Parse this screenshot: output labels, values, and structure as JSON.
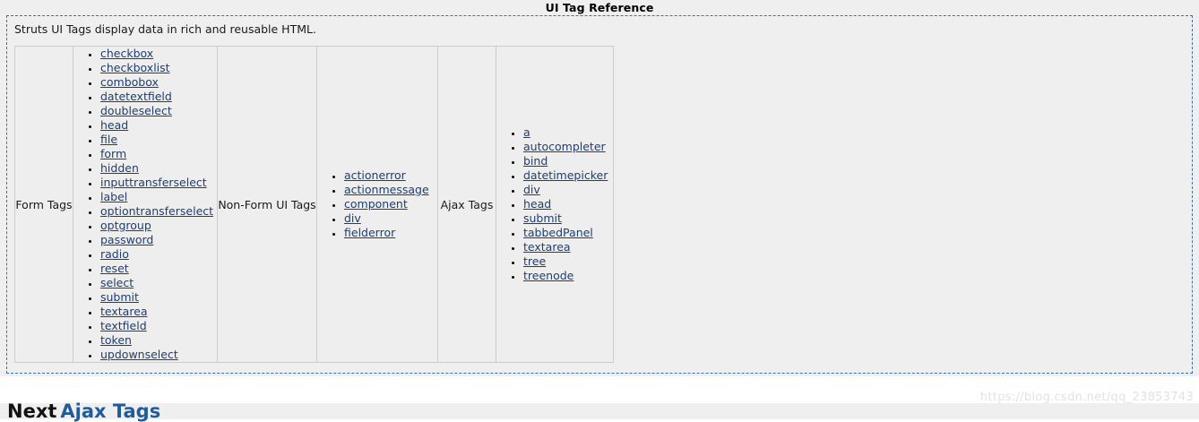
{
  "page": {
    "title": "UI Tag Reference",
    "intro": "Struts UI Tags display data in rich and reusable HTML.",
    "watermark": "https://blog.csdn.net/qq_23853743"
  },
  "table": {
    "groups": [
      {
        "header": "Form Tags",
        "tags": [
          "checkbox",
          "checkboxlist",
          "combobox",
          "datetextfield",
          "doubleselect",
          "head",
          "file",
          "form",
          "hidden",
          "inputtransferselect",
          "label",
          "optiontransferselect",
          "optgroup",
          "password",
          "radio",
          "reset",
          "select",
          "submit",
          "textarea",
          "textfield",
          "token",
          "updownselect"
        ]
      },
      {
        "header": "Non-Form UI Tags",
        "tags": [
          "actionerror",
          "actionmessage",
          "component",
          "div",
          "fielderror"
        ]
      },
      {
        "header": "Ajax Tags",
        "tags": [
          "a",
          "autocompleter",
          "bind",
          "datetimepicker",
          "div",
          "head",
          "submit",
          "tabbedPanel",
          "textarea",
          "tree",
          "treenode"
        ]
      }
    ]
  },
  "footer": {
    "next_label": "Next",
    "next_target": "Ajax Tags"
  },
  "colors": {
    "link": "#1c3f73",
    "panel_border": "#3b6fa8",
    "table_border": "#cccccc",
    "cell_bg": "#eeeeee",
    "page_bg": "#efefef",
    "next_target_color": "#1f5c99"
  }
}
